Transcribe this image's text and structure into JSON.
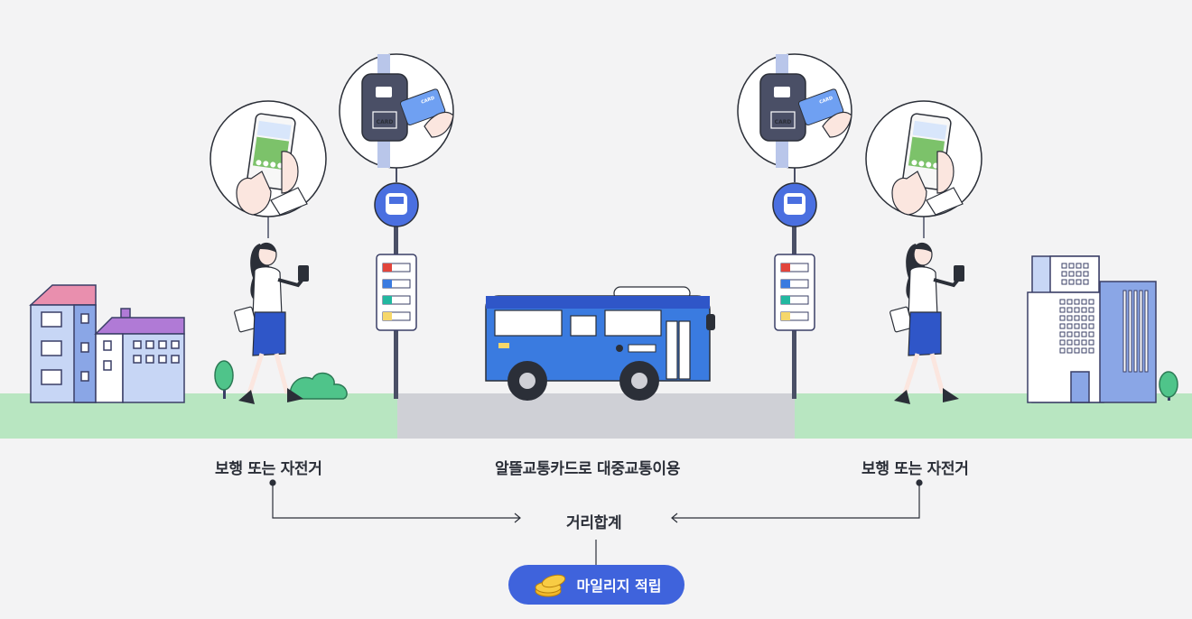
{
  "labels": {
    "left": "보행 또는 자전거",
    "center": "알뜰교통카드로 대중교통이용",
    "right": "보행 또는 자전거",
    "total": "거리합계",
    "mileage": "마일리지 적립"
  },
  "card_text": "CARD",
  "colors": {
    "background": "#f3f3f4",
    "grass": "#b8e6c1",
    "road": "#cfd0d6",
    "bus": "#3a7be0",
    "button": "#3f63dc",
    "line": "#2b2f38"
  },
  "icons": [
    "bus-stop-icon",
    "coin-stack-icon",
    "card-reader-icon",
    "smartphone-icon"
  ]
}
